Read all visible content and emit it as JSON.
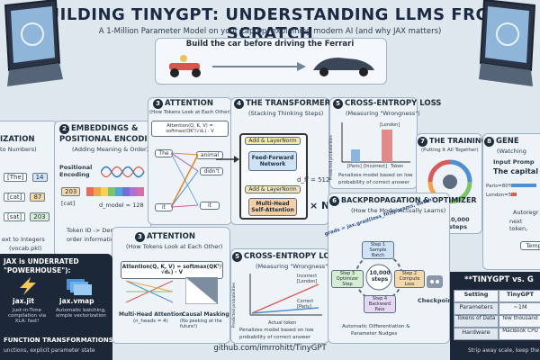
{
  "header": {
    "title": "BUILDING TINYGPT: UNDERSTANDING LLMS FROM SCRATCH",
    "subtitle": "A 1-Million Parameter Model on your Laptop, explaining modern AI (and why JAX matters)",
    "banner": "Build the car before driving the Ferrari"
  },
  "tokenization": {
    "heading": "IZATION",
    "sub": "to Numbers)",
    "tokens": [
      "[The]",
      "[cat]",
      "[sat]"
    ],
    "ids": [
      "14",
      "87",
      "203"
    ],
    "foot1": "ext to Integers",
    "foot2": "(vocab.pkl)"
  },
  "embeddings": {
    "num": "2",
    "heading1": "EMBEDDINGS &",
    "heading2": "POSITIONAL ENCODING",
    "sub": "(Adding Meaning & Order)",
    "pos_label": "Positional Encoding",
    "token_id": "203",
    "token_name": "[cat]",
    "dim": "d_model = 128",
    "foot1": "Token ID -> Dense Vector,",
    "foot2": "order information injected"
  },
  "attention_top": {
    "num": "3",
    "heading": "ATTENTION",
    "sub": "(How Tokens Look at Each Other)",
    "formula": "Attention(Q, K, V) = softmax(QKᵀ/√dₖ) · V",
    "words_left": [
      "The",
      "it"
    ],
    "words_right": [
      "animal",
      "didn't",
      "it"
    ]
  },
  "transformer": {
    "num": "4",
    "heading": "THE TRANSFORMER BLOCK",
    "sub": "(Stacking Thinking Steps)",
    "add_norm_1": "Add & LayerNorm",
    "ffn": "Feed-Forward Network",
    "add_norm_2": "Add & LayerNorm",
    "mha": "Multi-Head Self-Attention",
    "d_ff": "d_ff = 512",
    "times_n": "× N"
  },
  "loss_top": {
    "num": "5",
    "heading": "CROSS-ENTROPY LOSS",
    "sub": "(Measuring \"Wrongness\")",
    "ylabel": "Predicted probabilities",
    "bars": [
      "[Paris]",
      "[Incorrect]",
      "Token",
      "[London]"
    ],
    "foot1": "Penalizes model based on low",
    "foot2": "probability of correct answer"
  },
  "training_loop": {
    "num": "7",
    "heading": "THE TRAINING LOOP",
    "sub": "(Putting It All Together)",
    "steps": "10,000 steps"
  },
  "generation": {
    "num": "8",
    "heading": "GENE",
    "sub": "(Watching",
    "prompt1": "Input Promp",
    "prompt2": "The capital",
    "p1": "Paris=80%",
    "p2": "London=5%",
    "foot1": "Autoregr",
    "foot2": "next token,",
    "temp": "Temp"
  },
  "attention_bottom": {
    "num": "3",
    "heading": "ATTENTION",
    "sub": "(How Tokens Look at Each Other)",
    "formula": "Attention(Q, K, V) = softmax(QKᵀ/√dₖ) · V",
    "mha_label": "Multi-Head Attention",
    "mha_sub": "(n_heads = 4)",
    "mask_label": "Causal Masking",
    "mask_sub": "(No peeking at the future!)"
  },
  "loss_bottom": {
    "num": "5",
    "heading": "CROSS-ENTROPY LOSS",
    "sub": "(Measuring \"Wrongness\")",
    "ylabel": "Predicted probabilities",
    "incorrect": "Incorrect [London]",
    "correct": "Correct [Paris]",
    "xlabel": "Actual token",
    "foot1": "Penalizes model based on low",
    "foot2": "probability of correct answer"
  },
  "backprop": {
    "num": "6",
    "heading": "BACKPROPAGATION & OPTIMIZER",
    "sub": "(How the Model Actually Learns)",
    "grads": "grads = jax.grad(loss_fn)(params, batch)",
    "step1": "Step 1 Sample Batch",
    "step2": "Step 2 Compute Loss",
    "step3": "Step 3 Optimizer Step",
    "step4": "Step 4 Backward Pass",
    "center": "10,000 steps",
    "foot1": "Automatic Differentiation &",
    "foot2": "Parameter Nudges",
    "checkpoint": "Checkpoint"
  },
  "jax": {
    "heading1": "JAX is UNDERRATED",
    "heading2": "\"POWERHOUSE\"):",
    "jit": "jax.jit",
    "jit_sub": "Just-in-Time compilation via XLA: fast!",
    "vmap": "jax.vmap",
    "vmap_sub": "Automatic batching, simple vectorization",
    "footer1": "FUNCTION TRANSFORMATIONS",
    "footer2": "unctions, explicit parameter state"
  },
  "comparison": {
    "heading": "**TINYGPT vs. G",
    "col1": "Setting",
    "col2": "TinyGPT",
    "rows": [
      {
        "setting": "Parameters",
        "value": "~1M"
      },
      {
        "setting": "Tokens of Data",
        "value": "few thousand"
      },
      {
        "setting": "Hardware",
        "value": "MacBook CPU"
      }
    ],
    "foot": "Strip away scale, keep the"
  },
  "github": "github.com/imrrohitt/TinyGPT"
}
